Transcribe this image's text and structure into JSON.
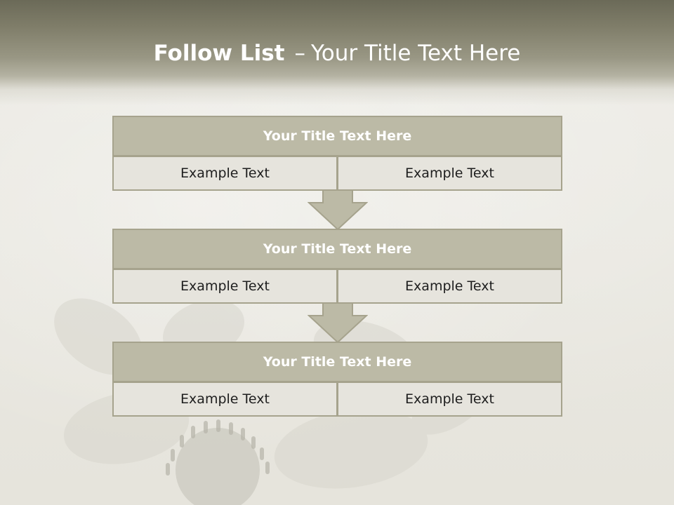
{
  "slide": {
    "title_bold": "Follow List",
    "title_separator": "–",
    "title_rest": "Your Title Text Here"
  },
  "steps": [
    {
      "title": "Your Title Text Here",
      "left": "Example Text",
      "right": "Example Text"
    },
    {
      "title": "Your Title Text Here",
      "left": "Example Text",
      "right": "Example Text"
    },
    {
      "title": "Your Title Text Here",
      "left": "Example Text",
      "right": "Example Text"
    }
  ],
  "colors": {
    "header_band": "#7f7d69",
    "box_fill": "#bcbaa6",
    "box_border": "#a6a38d",
    "cell_fill": "#e6e4dd",
    "arrow_fill": "#bcbaa6"
  }
}
